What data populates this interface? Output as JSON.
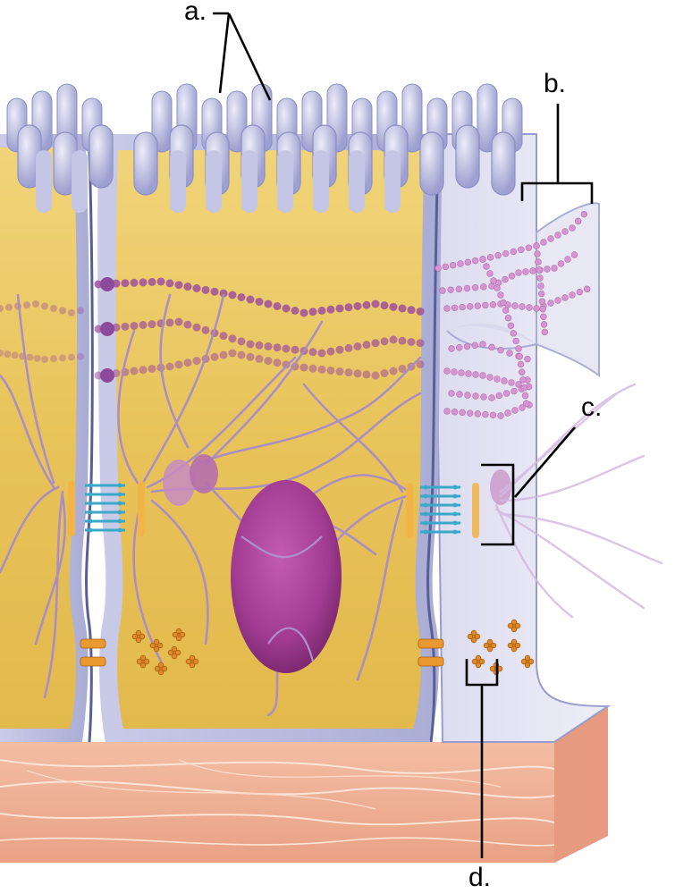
{
  "labels": {
    "a": "a.",
    "b": "b.",
    "c": "c.",
    "d": "d."
  },
  "structures": {
    "microvilli": "microvilli-icon",
    "tight_junction": "tight-junction-icon",
    "desmosome": "desmosome-icon",
    "gap_junction": "gap-junction-icon",
    "nucleus": "nucleus-icon",
    "intermediate_filaments": "intermediate-filaments-icon",
    "basement_tissue": "connective-tissue-icon"
  },
  "colors": {
    "cytoplasm": "#e9c75a",
    "membrane": "#b7b9dc",
    "membrane_dark": "#6b6fa6",
    "nucleus": "#a8429a",
    "filament": "#a588c4",
    "junction_beads": "#a04d9a",
    "desmosome_plaque": "#f2b347",
    "desmosome_links": "#3aa8c9",
    "gap_junction": "#e0851a",
    "connective_tissue": "#f3b79c"
  }
}
